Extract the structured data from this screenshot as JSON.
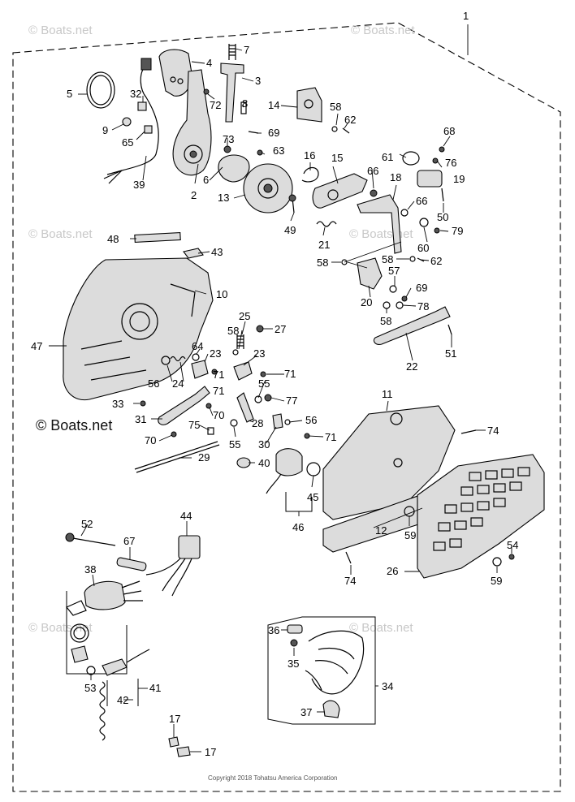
{
  "watermark": "© Boats.net",
  "watermark_main": "© Boats.net",
  "copyright": "Copyright 2018 Tohatsu America Corporation",
  "labels": {
    "p1": "1",
    "p2": "2",
    "p3": "3",
    "p4": "4",
    "p5": "5",
    "p6": "6",
    "p7": "7",
    "p8": "8",
    "p9": "9",
    "p10": "10",
    "p11": "11",
    "p12": "12",
    "p13": "13",
    "p14": "14",
    "p15": "15",
    "p16": "16",
    "p17a": "17",
    "p17b": "17",
    "p18": "18",
    "p19": "19",
    "p20": "20",
    "p21": "21",
    "p22": "22",
    "p23a": "23",
    "p23b": "23",
    "p24": "24",
    "p25": "25",
    "p26": "26",
    "p27": "27",
    "p28": "28",
    "p29": "29",
    "p30": "30",
    "p31": "31",
    "p32": "32",
    "p33": "33",
    "p34": "34",
    "p35": "35",
    "p36": "36",
    "p37": "37",
    "p38": "38",
    "p39": "39",
    "p40": "40",
    "p41": "41",
    "p42": "42",
    "p43": "43",
    "p44": "44",
    "p45": "45",
    "p46": "46",
    "p47": "47",
    "p48": "48",
    "p49": "49",
    "p50": "50",
    "p51": "51",
    "p52": "52",
    "p53": "53",
    "p54": "54",
    "p55a": "55",
    "p55b": "55",
    "p56a": "56",
    "p56b": "56",
    "p57": "57",
    "p58a": "58",
    "p58b": "58",
    "p58c": "58",
    "p58d": "58",
    "p58e": "58",
    "p59a": "59",
    "p59b": "59",
    "p60": "60",
    "p61": "61",
    "p62a": "62",
    "p62b": "62",
    "p63": "63",
    "p64": "64",
    "p65": "65",
    "p66a": "66",
    "p66b": "66",
    "p67": "67",
    "p68": "68",
    "p69a": "69",
    "p69b": "69",
    "p70a": "70",
    "p70b": "70",
    "p71a": "71",
    "p71b": "71",
    "p71c": "71",
    "p71d": "71",
    "p72": "72",
    "p73": "73",
    "p74a": "74",
    "p74b": "74",
    "p75": "75",
    "p76": "76",
    "p77": "77",
    "p78": "78",
    "p79": "79"
  }
}
